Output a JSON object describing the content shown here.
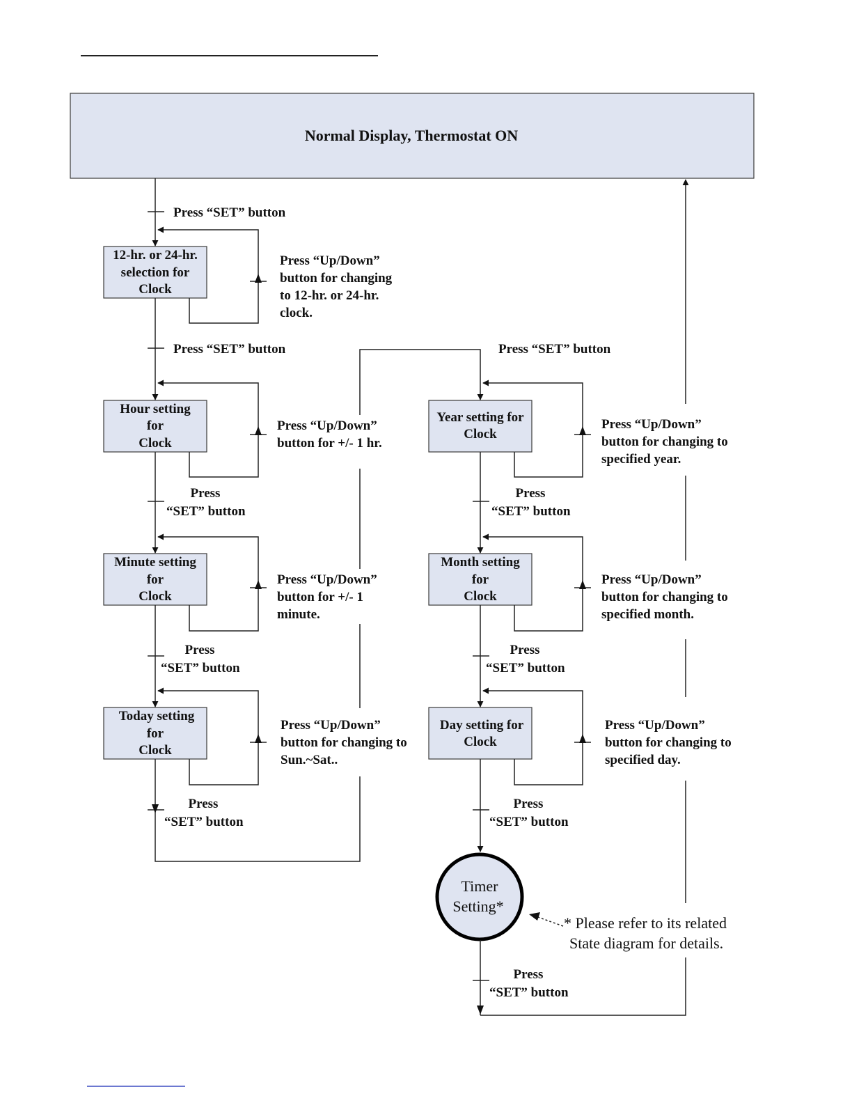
{
  "header_rule_color": "#222222",
  "footer_rule_color": "#3b4cc0",
  "box_fill": "#dfe4f1",
  "top_state": {
    "label": "Normal Display, Thermostat ON"
  },
  "states": {
    "clock_format": {
      "lines": [
        "12-hr. or 24-hr.",
        "selection for",
        "Clock"
      ]
    },
    "hour": {
      "lines": [
        "Hour setting",
        "for",
        "Clock"
      ]
    },
    "minute": {
      "lines": [
        "Minute setting",
        "for",
        "Clock"
      ]
    },
    "today": {
      "lines": [
        "Today setting",
        "for",
        "Clock"
      ]
    },
    "year": {
      "lines": [
        "Year setting for",
        "Clock"
      ]
    },
    "month": {
      "lines": [
        "Month setting",
        "for",
        "Clock"
      ]
    },
    "day": {
      "lines": [
        "Day setting for",
        "Clock"
      ]
    },
    "timer": {
      "lines": [
        "Timer",
        "Setting*"
      ]
    }
  },
  "transitions": {
    "set_inline": "Press  “SET”  button",
    "set_press": "Press",
    "set_button": "“SET”  button"
  },
  "notes": {
    "clock_format": [
      "Press  “Up/Down”",
      "button for changing",
      "to 12-hr. or 24-hr.",
      "clock."
    ],
    "hour": [
      "Press  “Up/Down”",
      " button for +/- 1 hr."
    ],
    "minute": [
      "Press  “Up/Down”",
      "button for +/- 1",
      "minute."
    ],
    "today": [
      "Press  “Up/Down”",
      "button for changing to",
      "Sun.~Sat.."
    ],
    "year": [
      "Press  “Up/Down”",
      "button for changing to",
      "specified year."
    ],
    "month": [
      "Press  “Up/Down”",
      "button for changing to",
      "specified month."
    ],
    "day": [
      "Press  “Up/Down”",
      "button for changing to",
      "specified day."
    ]
  },
  "timer_note": [
    "* Please refer to its related",
    "State diagram for details."
  ]
}
